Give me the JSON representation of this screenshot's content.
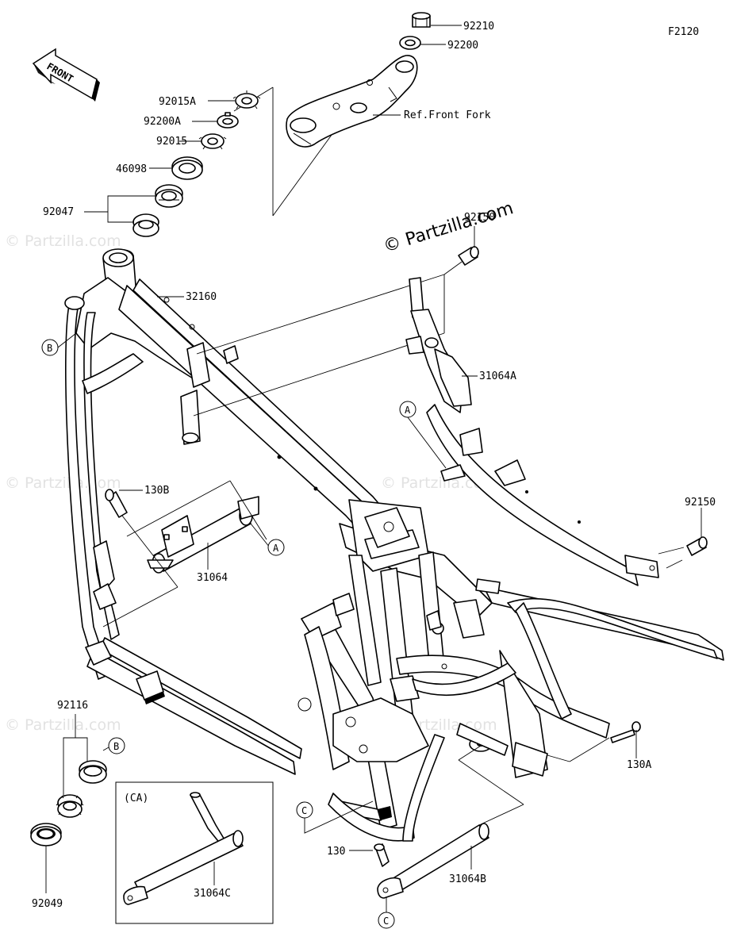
{
  "diagram_code": "F2120",
  "front_label": "FRONT",
  "copyright": "© Partzilla.com",
  "watermark": "© Partzilla.com",
  "ref_label": "Ref.Front Fork",
  "inset_label": "(CA)",
  "labels": {
    "p92210": "92210",
    "p92200": "92200",
    "p92015A": "92015A",
    "p92200A": "92200A",
    "p92015": "92015",
    "p46098": "46098",
    "p92047": "92047",
    "p32160": "32160",
    "p92150_top": "92150",
    "p31064A": "31064A",
    "p130B": "130B",
    "p31064": "31064",
    "p92150_right": "92150",
    "p92116": "92116",
    "p92049": "92049",
    "p130A": "130A",
    "p130": "130",
    "p31064B": "31064B",
    "p31064C": "31064C"
  },
  "callouts": {
    "A1": "A",
    "A2": "A",
    "B1": "B",
    "B2": "B",
    "C1": "C",
    "C2": "C"
  }
}
